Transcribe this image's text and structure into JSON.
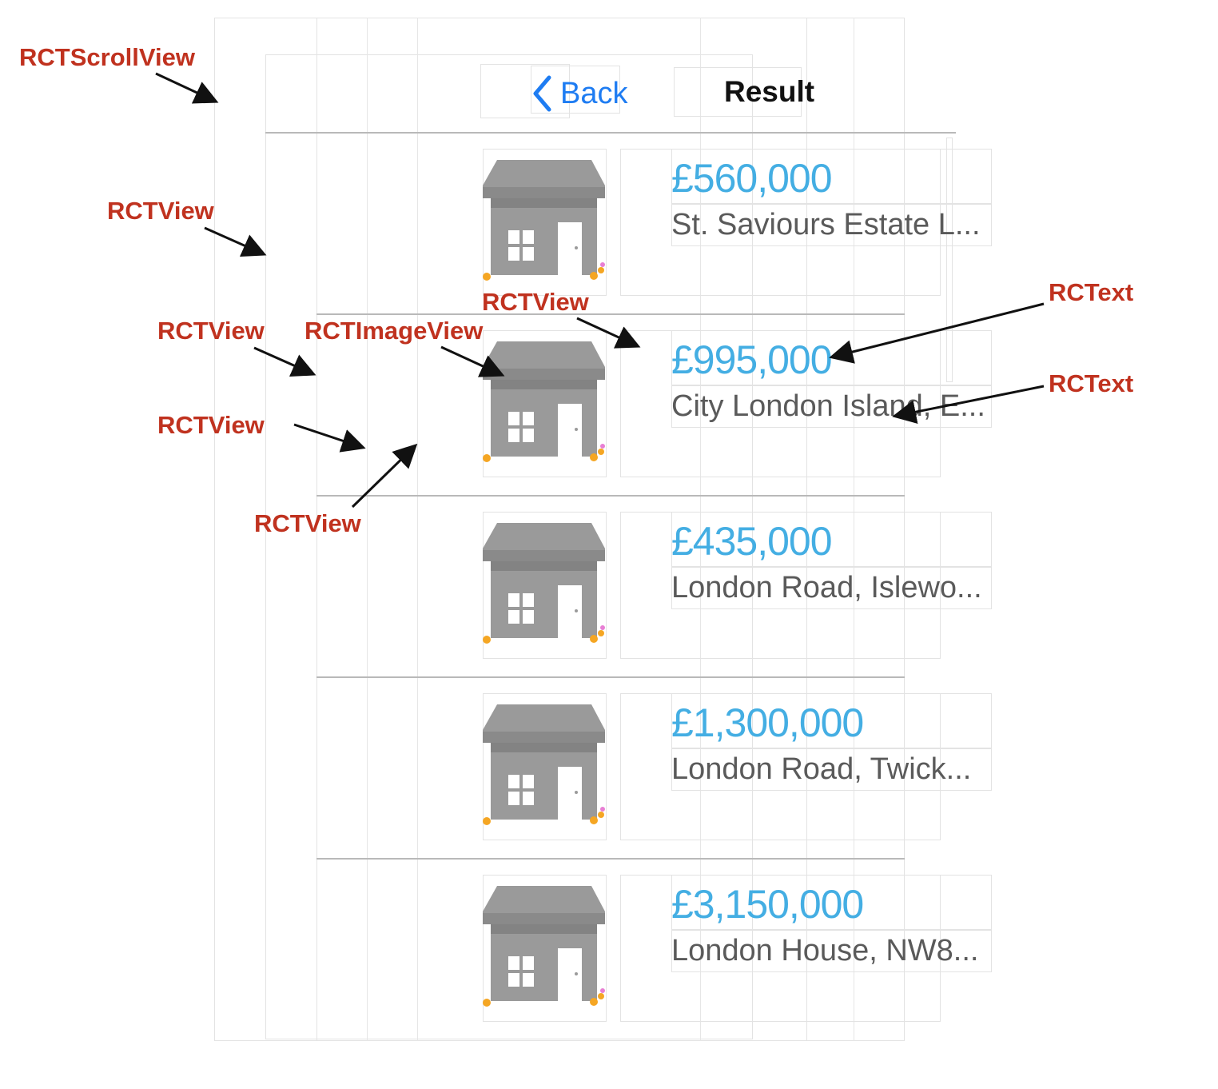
{
  "nav": {
    "back_label": "Back",
    "title": "Result"
  },
  "listings": [
    {
      "price": "£560,000",
      "address": "St. Saviours Estate L..."
    },
    {
      "price": "£995,000",
      "address": "City London Island, E..."
    },
    {
      "price": "£435,000",
      "address": "London Road, Islewo..."
    },
    {
      "price": "£1,300,000",
      "address": "London Road, Twick..."
    },
    {
      "price": "£3,150,000",
      "address": "London House, NW8..."
    }
  ],
  "annotations": {
    "scroll_view": "RCTScrollView",
    "view_1": "RCTView",
    "view_2": "RCTView",
    "view_3": "RCTView",
    "view_4": "RCTView",
    "view_5": "RCTView",
    "image_view": "RCTImageView",
    "text_1": "RCText",
    "text_2": "RCText"
  },
  "colors": {
    "annotation": "#c0321f",
    "price": "#44aee3",
    "link": "#1e7cf2",
    "house": "#9a9a9a"
  }
}
